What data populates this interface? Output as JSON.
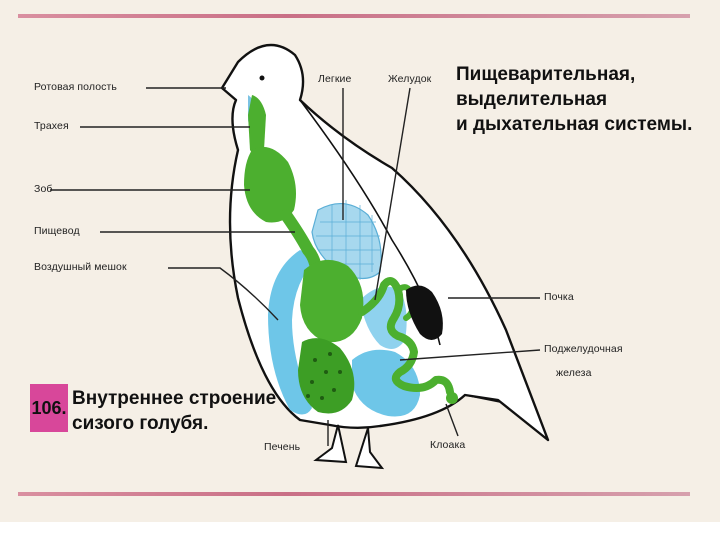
{
  "title_lines": [
    "Пищеварительная,",
    "выделительная",
    "и дыхательная системы."
  ],
  "figure_number": "106.",
  "caption_lines": [
    "Внутреннее строение",
    "сизого голубя."
  ],
  "labels": {
    "mouth": "Ротовая полость",
    "trachea": "Трахея",
    "crop": "Зоб",
    "esophagus": "Пищевод",
    "air_sac": "Воздушный мешок",
    "lungs": "Легкие",
    "stomach": "Желудок",
    "kidney": "Почка",
    "pancreas_1": "Поджелудочная",
    "pancreas_2": "железа",
    "liver": "Печень",
    "cloaca": "Клоака"
  },
  "colors": {
    "digestive": "#4caf2f",
    "air_sacs": "#6ec6e8",
    "lungs": "#7cc3e3",
    "kidney": "#111111",
    "accent": "#d8479a"
  }
}
